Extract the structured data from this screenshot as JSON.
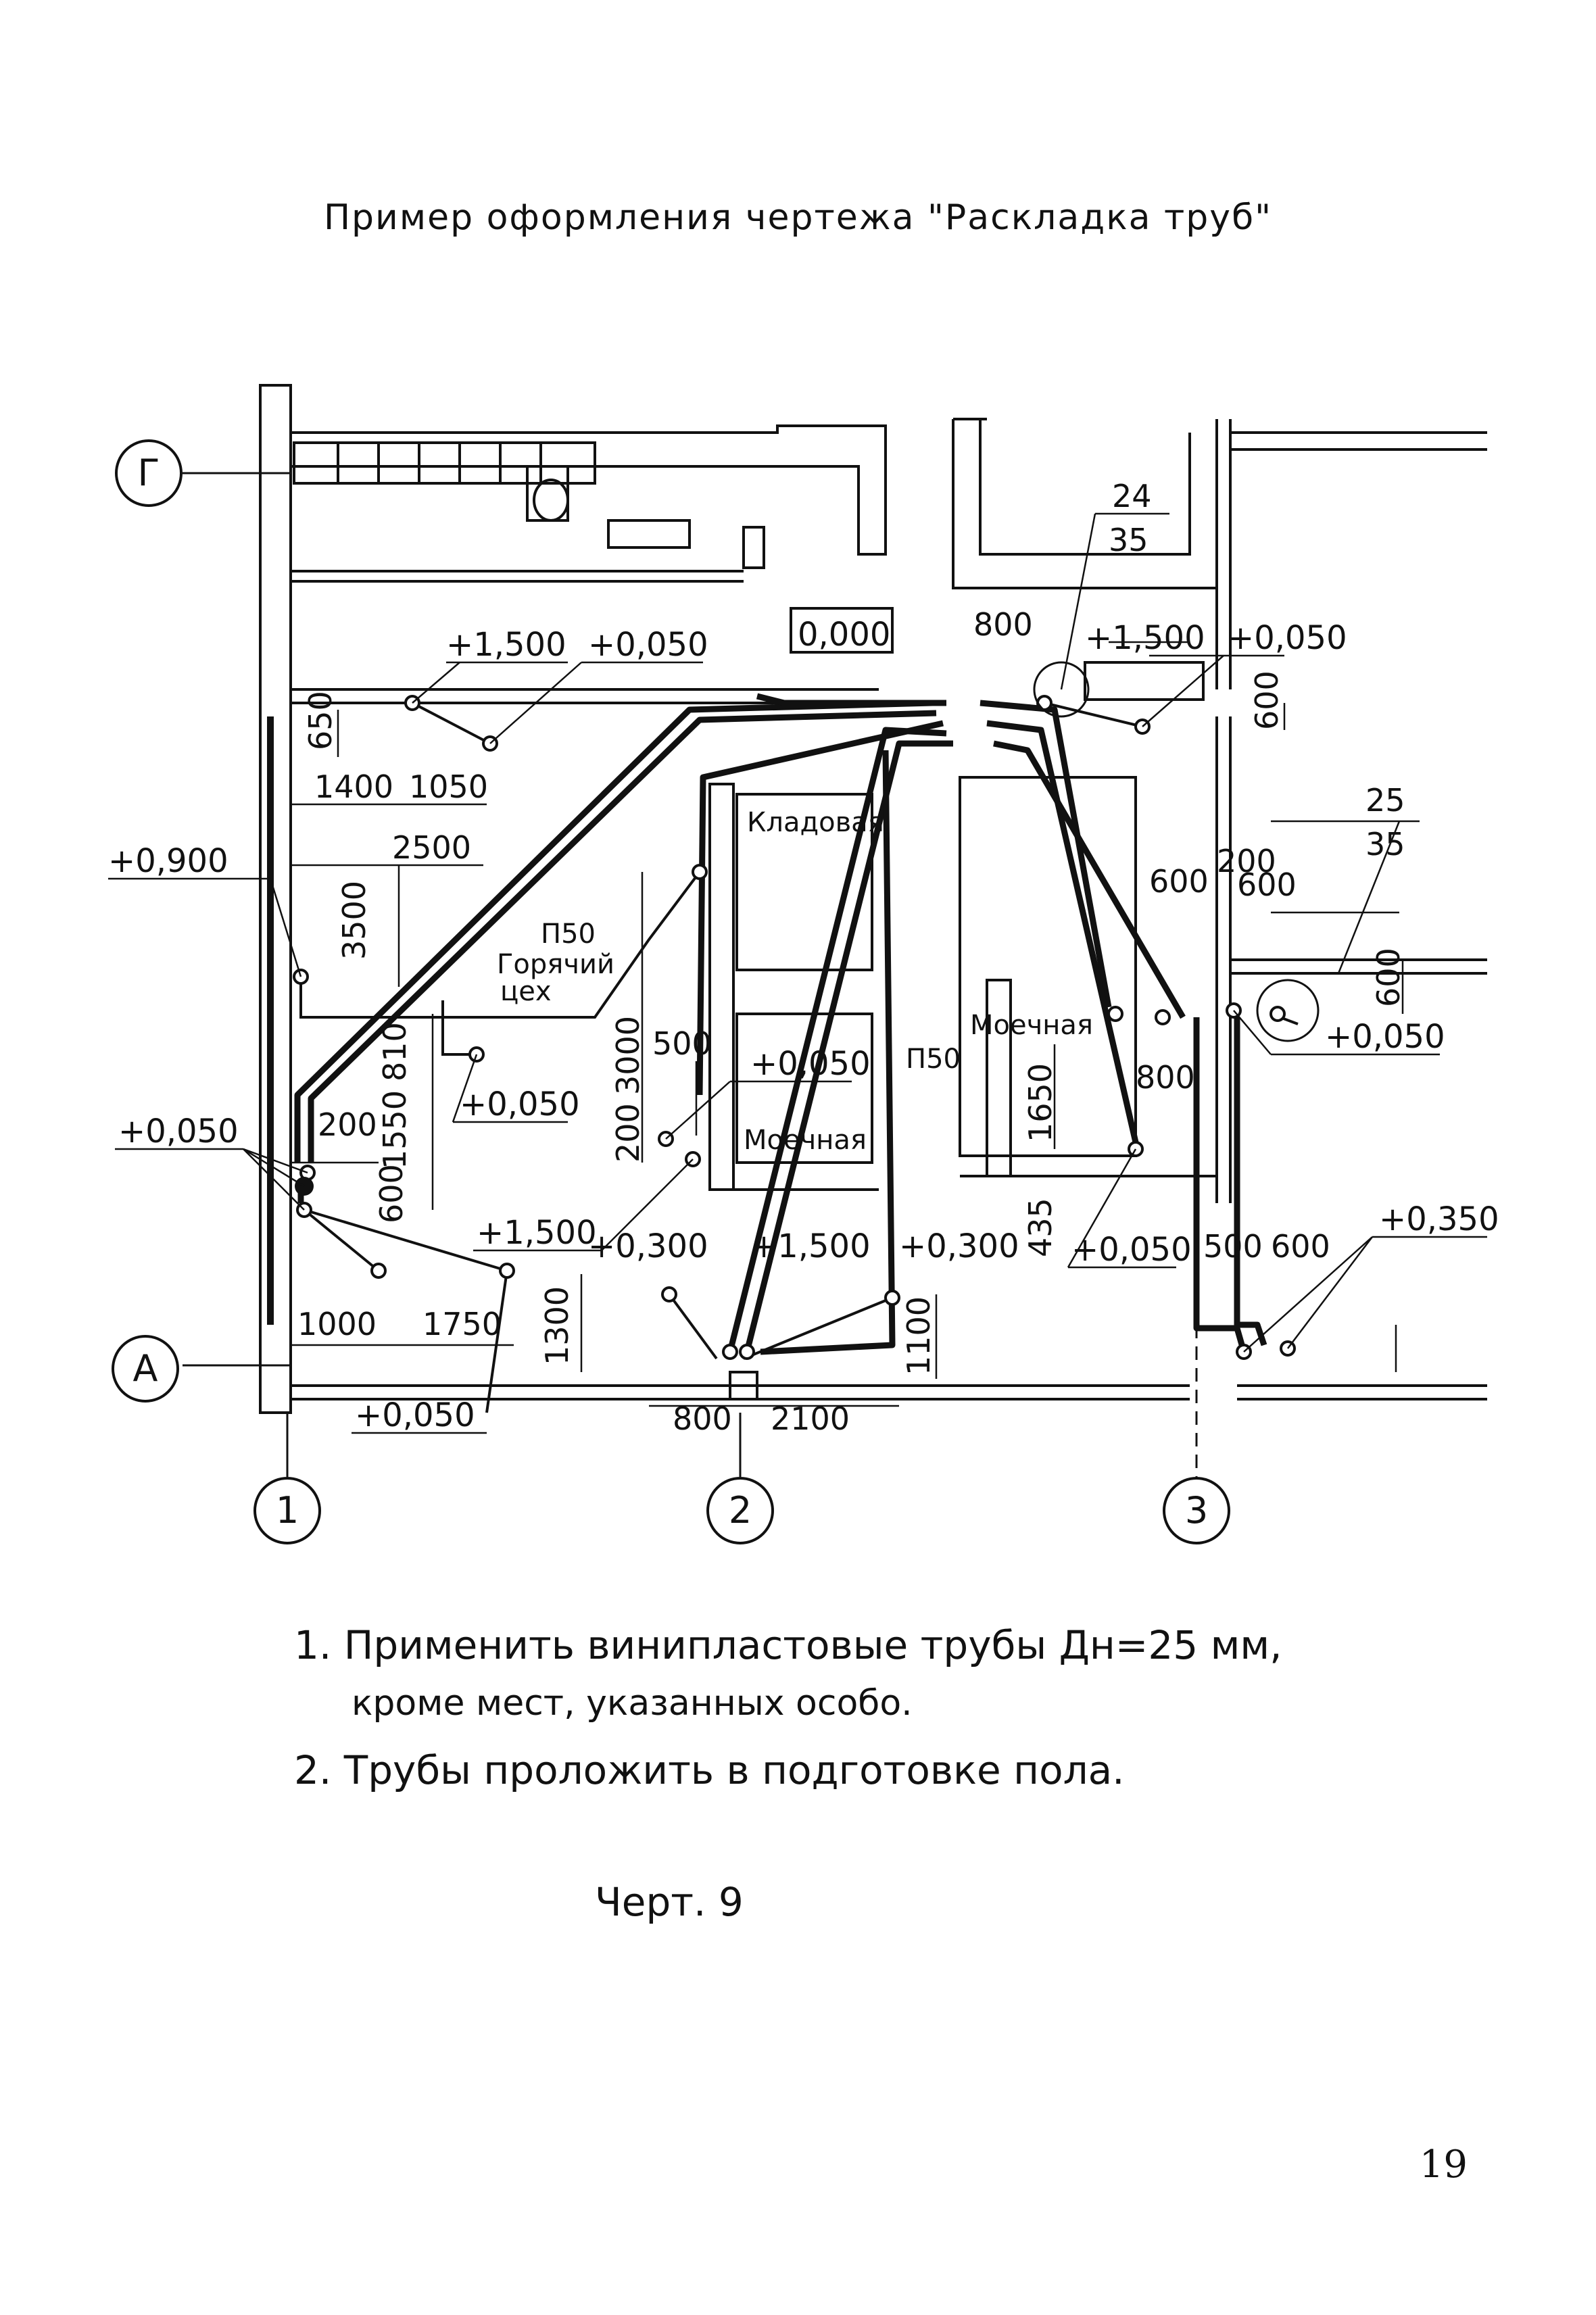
{
  "title": "Пример оформления чертежа \"Раскладка труб\"",
  "axes": {
    "g": "Г",
    "a": "А",
    "n1": "1",
    "n2": "2",
    "n3": "3"
  },
  "elevations": {
    "e1": "+1,500",
    "e2": "+0,050",
    "e3": "0,000",
    "e4": "+1,500",
    "e5": "+0,050",
    "e6": "+0,900",
    "e7": "+0,050",
    "e8": "+0,050",
    "e9": "+0,050",
    "e10": "+1,500",
    "e11": "+0,300",
    "e12": "+1,500",
    "e13": "+0,300",
    "e14": "+0,050",
    "e15": "+0,050",
    "e16": "+0,350",
    "e17": "+0,050"
  },
  "dimensions": {
    "d650": "650",
    "d1400": "1400",
    "d1050": "1050",
    "d2500": "2500",
    "d3500": "3500",
    "d810": "810",
    "d1550": "1550",
    "d200a": "200",
    "d600a": "600",
    "d3000": "3000",
    "d500a": "500",
    "d200b": "200",
    "d1000": "1000",
    "d1750": "1750",
    "d1300": "1300",
    "d800a": "800",
    "d2100": "2100",
    "d1100": "1100",
    "d800b": "800",
    "d600b": "600",
    "d200c": "200",
    "d600c": "600",
    "d600d": "600",
    "d800c": "800",
    "d1650": "1650",
    "d435": "435",
    "d500b": "500",
    "d600e": "600",
    "d600f": "600"
  },
  "fractions": {
    "f1_top": "24",
    "f1_bottom": "35",
    "f2_top": "25",
    "f2_bottom": "35"
  },
  "rooms": {
    "storage": "Кладовая",
    "hot_shop": [
      "П50",
      "Горячий",
      "цех"
    ],
    "wash1": "Моечная",
    "wash2": "Моечная",
    "wash2_code": "П50"
  },
  "notes": [
    "1. Применить винипластовые трубы Дн=25 мм,",
    "кроме мест, указанных особо.",
    "2. Трубы проложить в подготовке пола."
  ],
  "caption": "Черт. 9",
  "page_number": "19"
}
